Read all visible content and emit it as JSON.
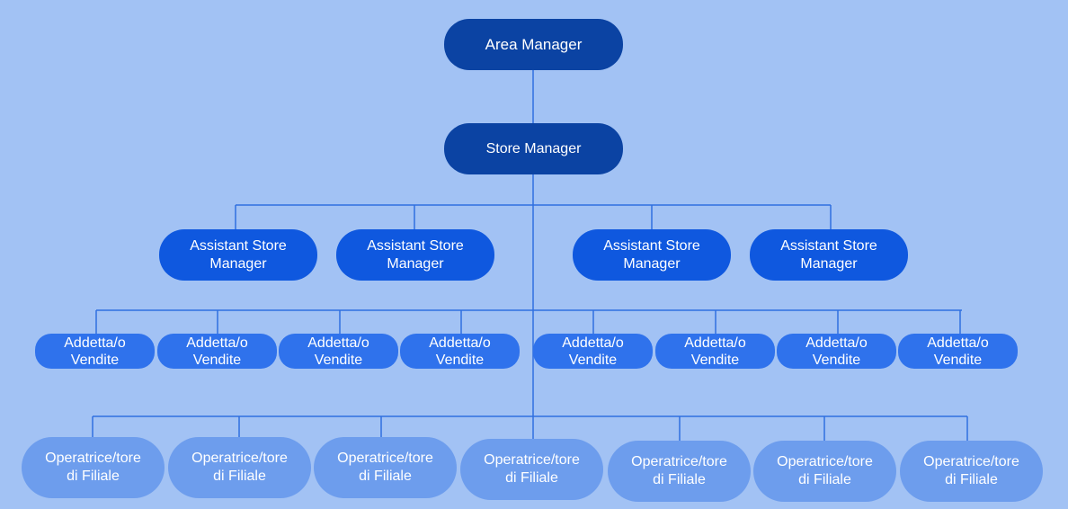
{
  "colors": {
    "background": "#a2c2f4",
    "connector": "#2f6fe0",
    "level1": "#0b43a3",
    "level2": "#0b43a3",
    "level3": "#0f58df",
    "level4": "#2f72ec",
    "level5": "#6d9ded",
    "text": "#ffffff"
  },
  "org_chart": {
    "area_manager": "Area Manager",
    "store_manager": "Store Manager",
    "assistant_store_managers": [
      "Assistant Store\nManager",
      "Assistant Store\nManager",
      "Assistant Store\nManager",
      "Assistant Store\nManager"
    ],
    "sales_staff": [
      "Addetta/o\nVendite",
      "Addetta/o\nVendite",
      "Addetta/o\nVendite",
      "Addetta/o\nVendite",
      "Addetta/o\nVendite",
      "Addetta/o\nVendite",
      "Addetta/o\nVendite",
      "Addetta/o\nVendite"
    ],
    "branch_operators": [
      "Operatrice/tore\ndi Filiale",
      "Operatrice/tore\ndi Filiale",
      "Operatrice/tore\ndi Filiale",
      "Operatrice/tore\ndi Filiale",
      "Operatrice/tore\ndi Filiale",
      "Operatrice/tore\ndi Filiale",
      "Operatrice/tore\ndi Filiale"
    ]
  }
}
